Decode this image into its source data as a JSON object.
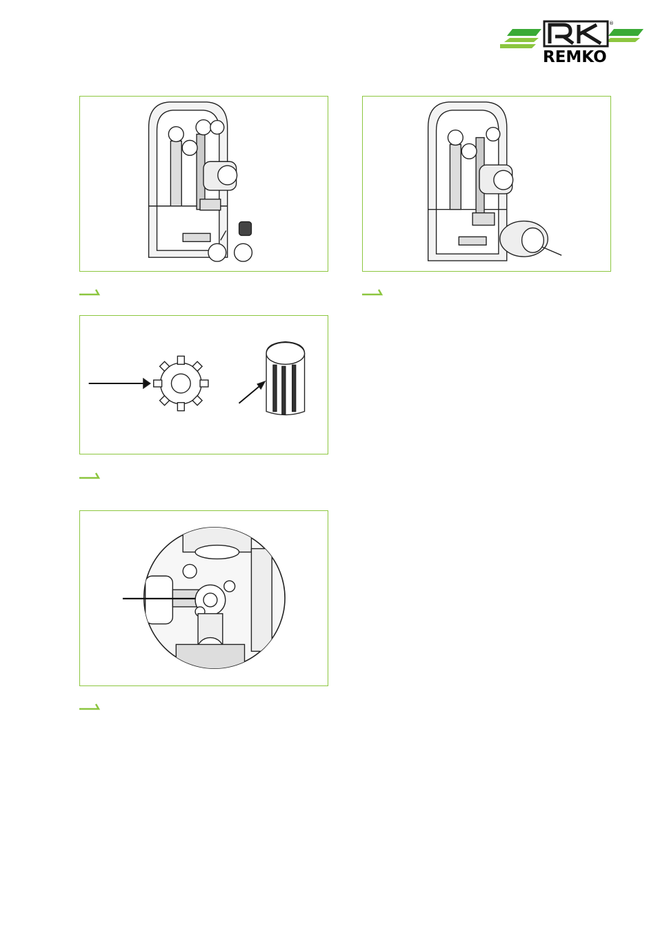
{
  "brand": {
    "name": "REMKO",
    "logo_text": "REMKO",
    "accent_color": "#8cc63f",
    "frame_color": "#8cc63f"
  },
  "figures": [
    {
      "id": "fig1",
      "caption": "",
      "icon": "pump-station-callouts-illustration"
    },
    {
      "id": "fig2",
      "caption": "",
      "icon": "pump-station-insulation-removed-illustration"
    },
    {
      "id": "fig3",
      "caption": "",
      "icon": "rotary-knob-detail-illustration"
    },
    {
      "id": "fig4",
      "caption": "",
      "icon": "valve-closeup-illustration"
    }
  ],
  "caption_marker_icon": "green-arrow-icon"
}
